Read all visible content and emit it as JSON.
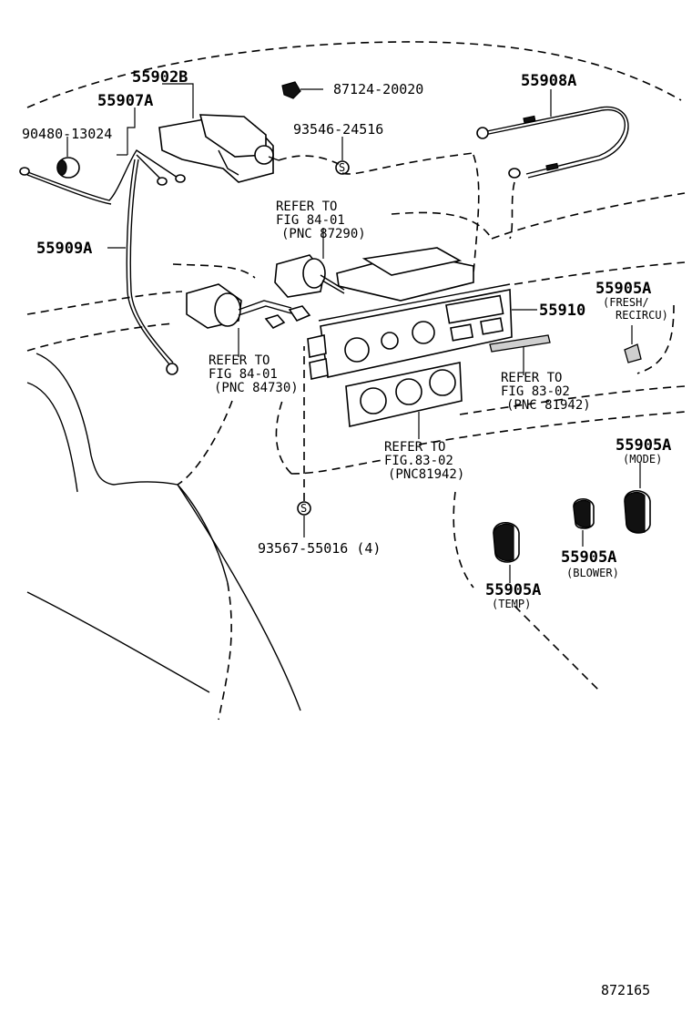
{
  "labels": {
    "p55902b": "55902B",
    "p55907a": "55907A",
    "p90480": "90480-13024",
    "p87124": "87124-20020",
    "p93546": "93546-24516",
    "p55908a": "55908A",
    "p55909a": "55909A",
    "ref_87290_l1": "REFER TO",
    "ref_87290_l2": "FIG 84-01",
    "ref_87290_l3": "(PNC 87290)",
    "p55910": "55910",
    "p55905a_fresh": "55905A",
    "p55905a_fresh_sub1": "(FRESH/",
    "p55905a_fresh_sub2": "RECIRCU)",
    "ref_84730_l1": "REFER TO",
    "ref_84730_l2": "FIG 84-01",
    "ref_84730_l3": "(PNC 84730)",
    "ref_81942a_l1": "REFER TO",
    "ref_81942a_l2": "FIG 83-02",
    "ref_81942a_l3": "(PNC 81942)",
    "ref_81942b_l1": "REFER TO",
    "ref_81942b_l2": "FIG.83-02",
    "ref_81942b_l3": "(PNC81942)",
    "p55905a_mode": "55905A",
    "p55905a_mode_sub": "(MODE)",
    "p93567": "93567-55016 (4)",
    "p55905a_blower": "55905A",
    "p55905a_blower_sub": "(BLOWER)",
    "p55905a_temp": "55905A",
    "p55905a_temp_sub": "(TEMP)",
    "figure_number": "872165"
  }
}
